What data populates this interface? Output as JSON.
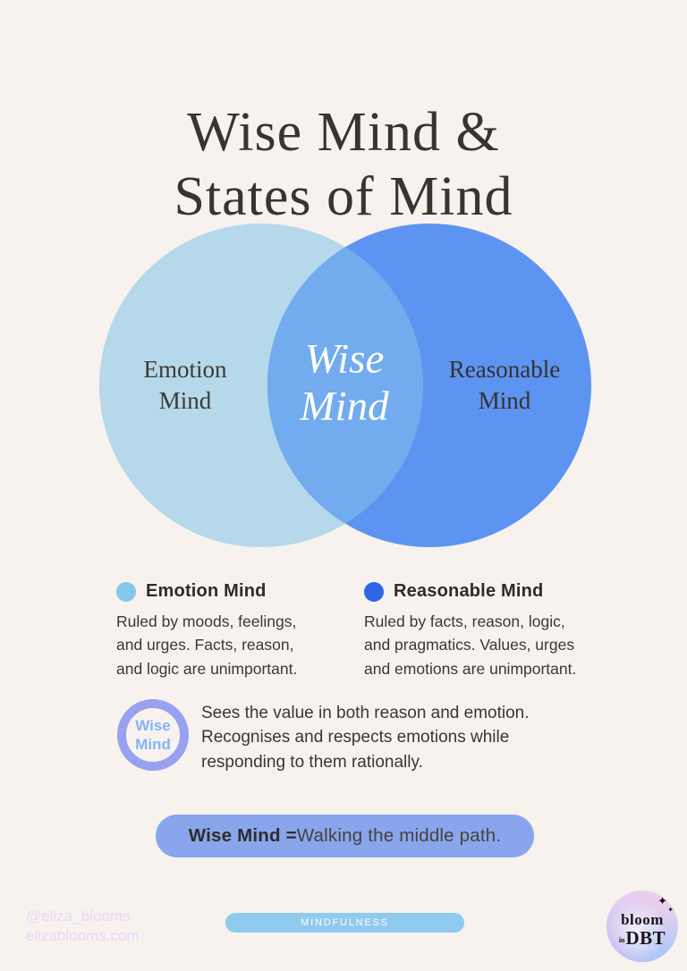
{
  "title": "Wise Mind &\nStates of Mind",
  "venn": {
    "emotion_label": "Emotion\nMind",
    "wise_label": "Wise\nMind",
    "reasonable_label": "Reasonable\nMind",
    "colors": {
      "emotion_circle": "#B5D8EA",
      "reasonable_circle": "#5E94F1",
      "overlap": "#72ABEE"
    }
  },
  "legend": {
    "emotion": {
      "label": "Emotion Mind",
      "dot_color": "#85C6EA",
      "description": "Ruled by moods, feelings,\nand urges. Facts, reason,\nand logic are unimportant."
    },
    "reasonable": {
      "label": "Reasonable Mind",
      "dot_color": "#2F66E5",
      "description": "Ruled by facts, reason, logic,\nand pragmatics. Values, urges\nand emotions are unimportant."
    }
  },
  "wise_mind": {
    "badge_label": "Wise\nMind",
    "description": "Sees the value in both reason and emotion.\nRecognises and respects emotions while\nresponding to them rationally."
  },
  "banner": {
    "highlight": "Wise Mind =",
    "rest": " Walking the middle path.",
    "background": "#89A6EC"
  },
  "footer": {
    "handle": "@eliza_blooms",
    "website": "elizablooms.com",
    "category_tag": "MINDFULNESS",
    "logo": {
      "word_top": "bloom",
      "word_in": "in",
      "word_bottom": "DBT",
      "sparkle_large": "✦",
      "sparkle_small": "✦"
    }
  },
  "palette": {
    "page_background": "#F7F2ED",
    "title_text": "#393430",
    "body_text": "#3B3835",
    "badge_ring": "#98A1EF",
    "badge_text": "#83B4F7",
    "tag_background": "#8ECBEE",
    "handle_text": "#E8D7F6"
  }
}
